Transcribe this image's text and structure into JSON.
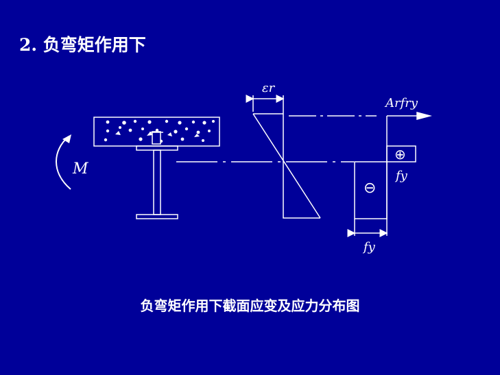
{
  "title": "2. 负弯矩作用下",
  "caption": "负弯矩作用下截面应变及应力分布图",
  "labels": {
    "moment": "M",
    "strain_top": "εr",
    "rebar_force": "Arfry",
    "fy_right": "fy",
    "fy_bottom": "fy"
  },
  "signs": {
    "positive": "⊕",
    "negative": "⊖"
  },
  "colors": {
    "background": "#000099",
    "lines": "#ffffff"
  }
}
